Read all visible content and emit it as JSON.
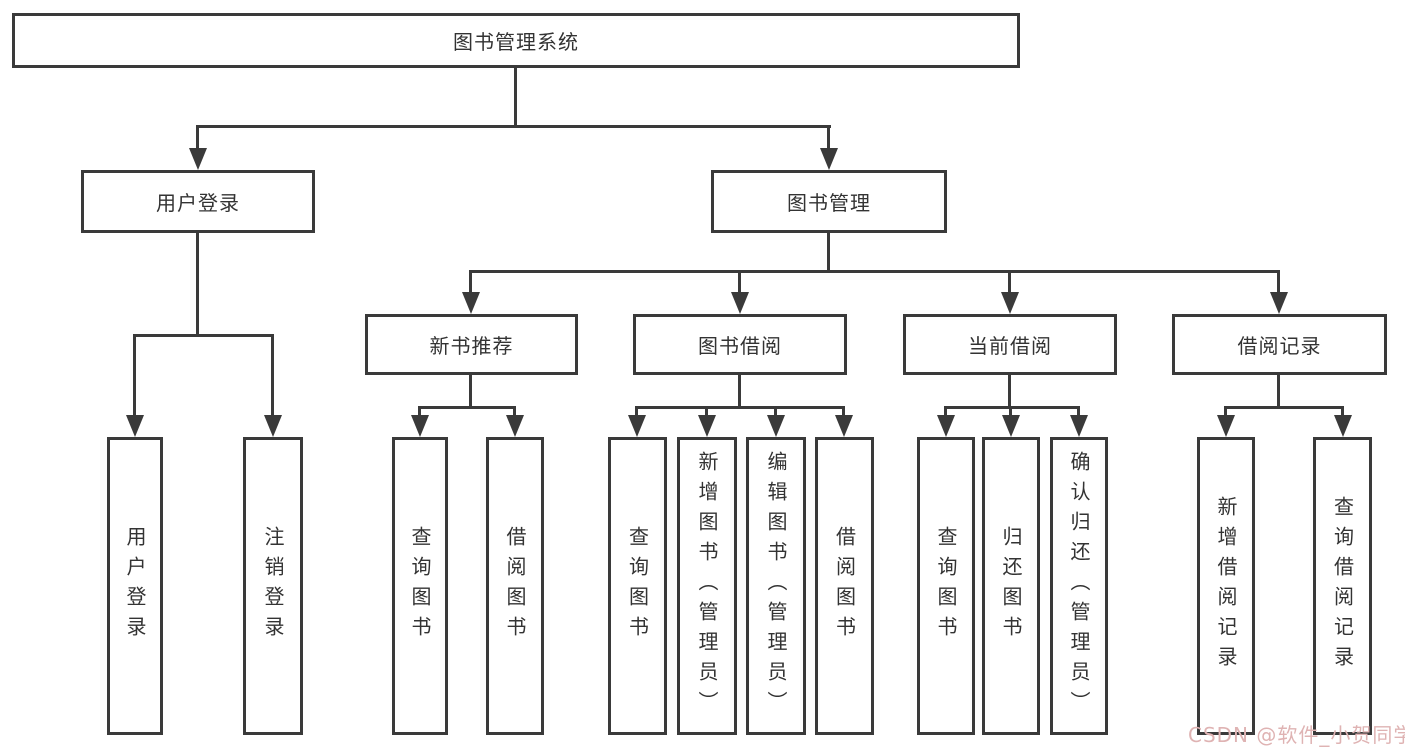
{
  "title": "图书管理系统",
  "watermark": "CSDN @软件_小贺同学",
  "colors": {
    "line": "#3a3a3a",
    "box_border": "#3a3a3a",
    "text": "#333333",
    "watermark": "#dfb3b3",
    "background": "#ffffff"
  },
  "nodes": {
    "root": "图书管理系统",
    "user_login": "用户登录",
    "book_mgmt": "图书管理",
    "new_book_rec": "新书推荐",
    "book_borrow": "图书借阅",
    "current_borrow": "当前借阅",
    "borrow_record": "借阅记录",
    "leaf_user_login": "用户登录",
    "leaf_logout": "注销登录",
    "leaf_query_book_1": "查询图书",
    "leaf_borrow_book_1": "借阅图书",
    "leaf_query_book_2": "查询图书",
    "leaf_add_book_admin": "新增图书（管理员）",
    "leaf_edit_book_admin": "编辑图书（管理员）",
    "leaf_borrow_book_2": "借阅图书",
    "leaf_query_book_3": "查询图书",
    "leaf_return_book": "归还图书",
    "leaf_confirm_return_admin": "确认归还（管理员）",
    "leaf_add_borrow_record": "新增借阅记录",
    "leaf_query_borrow_record": "查询借阅记录"
  },
  "structure": {
    "root_children": [
      "用户登录",
      "图书管理"
    ],
    "user_login_children": [
      "用户登录",
      "注销登录"
    ],
    "book_mgmt_children": [
      "新书推荐",
      "图书借阅",
      "当前借阅",
      "借阅记录"
    ],
    "new_book_rec_children": [
      "查询图书",
      "借阅图书"
    ],
    "book_borrow_children": [
      "查询图书",
      "新增图书（管理员）",
      "编辑图书（管理员）",
      "借阅图书"
    ],
    "current_borrow_children": [
      "查询图书",
      "归还图书",
      "确认归还（管理员）"
    ],
    "borrow_record_children": [
      "新增借阅记录",
      "查询借阅记录"
    ]
  }
}
